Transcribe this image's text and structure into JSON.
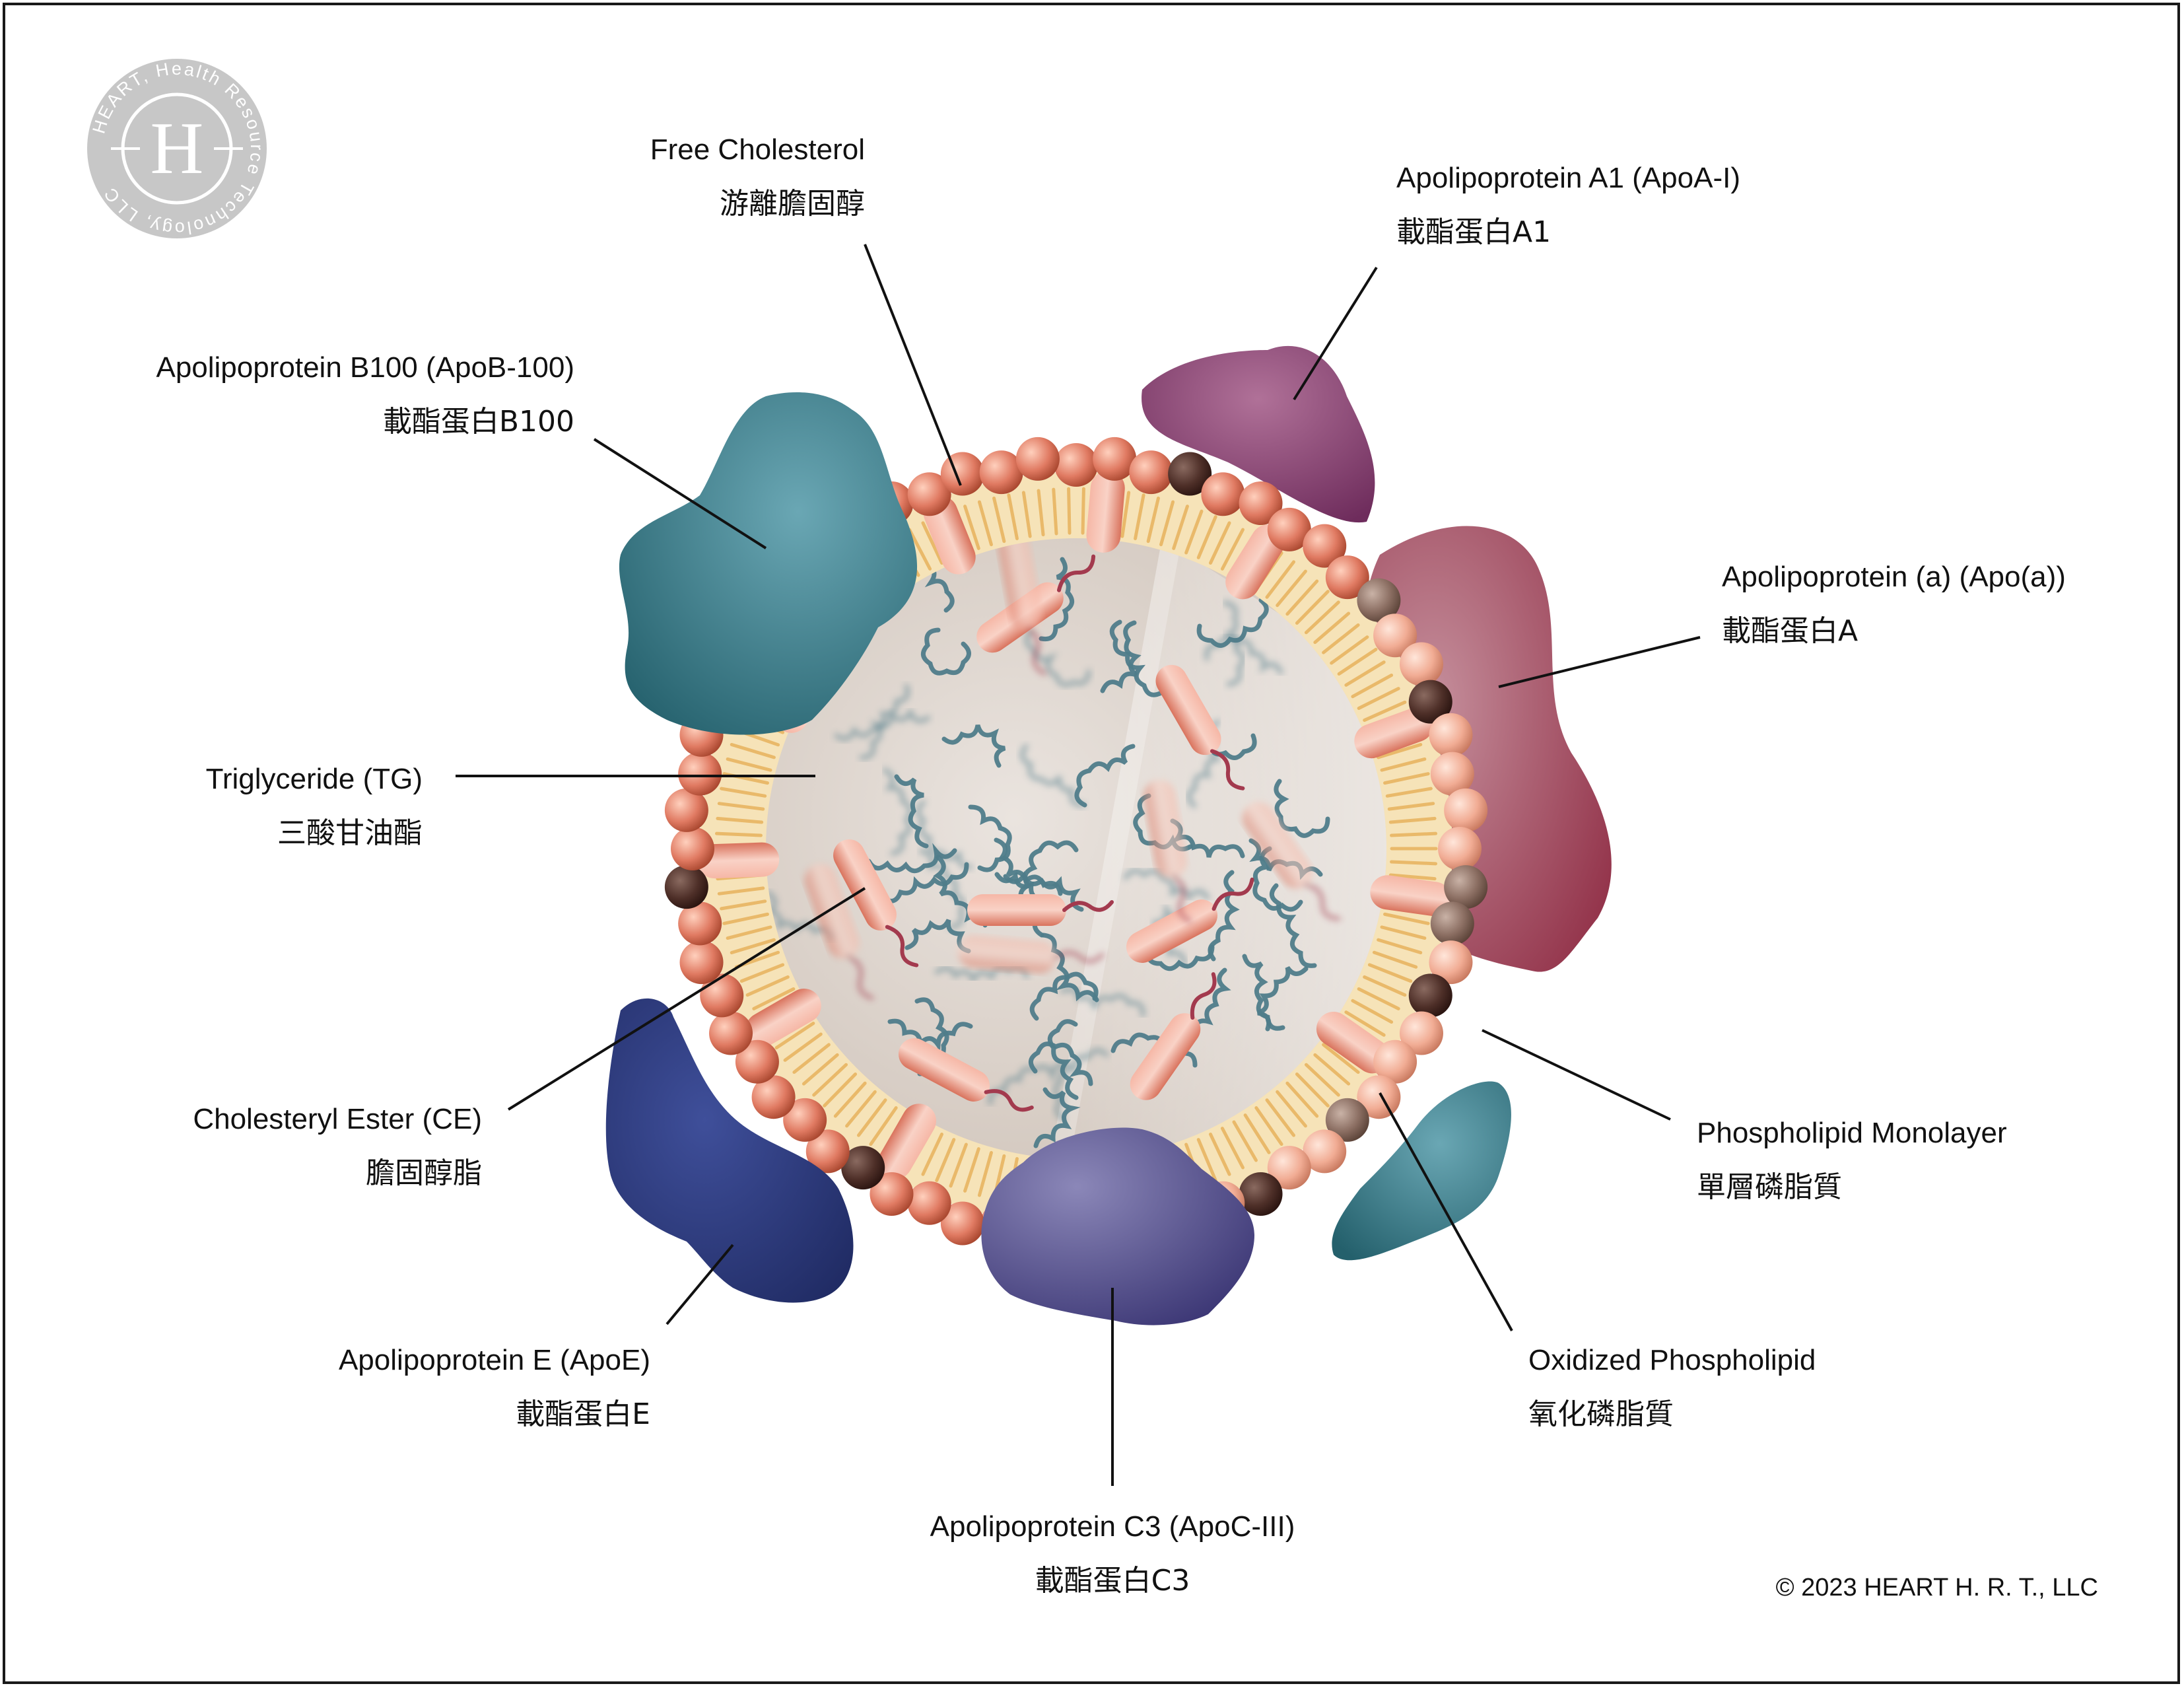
{
  "labels": {
    "free_cholesterol": {
      "en": "Free Cholesterol",
      "zh": "游離膽固醇"
    },
    "apoa1": {
      "en": "Apolipoprotein A1 (ApoA-I)",
      "zh": "載酯蛋白A1"
    },
    "apob100": {
      "en": "Apolipoprotein B100 (ApoB-100)",
      "zh": "載酯蛋白B100"
    },
    "apo_a": {
      "en": "Apolipoprotein (a) (Apo(a))",
      "zh": "載酯蛋白A"
    },
    "triglyceride": {
      "en": "Triglyceride (TG)",
      "zh": "三酸甘油酯"
    },
    "cholesteryl_ester": {
      "en": "Cholesteryl Ester (CE)",
      "zh": "膽固醇脂"
    },
    "phospholipid_monolayer": {
      "en": "Phospholipid Monolayer",
      "zh": "單層磷脂質"
    },
    "apoe": {
      "en": "Apolipoprotein E (ApoE)",
      "zh": "載酯蛋白E"
    },
    "oxidized_phospholipid": {
      "en": "Oxidized Phospholipid",
      "zh": "氧化磷脂質"
    },
    "apoc3": {
      "en": "Apolipoprotein C3 (ApoC-III)",
      "zh": "載酯蛋白C3"
    }
  },
  "watermark": {
    "ring_text": "HEART, Health Resource Technology, LLC",
    "letter": "H"
  },
  "copyright": "© 2023 HEART H. R. T., LLC",
  "colors": {
    "apob100": "#2f7d8c",
    "apoa1": "#8a3f74",
    "apo_a": "#9b3a4e",
    "apoe": "#2c3a7e",
    "apoc3": "#4a4585",
    "oxidized_small": "#2f7d8c",
    "phospholipid_head": "#e8826a",
    "oxidized_head": "#5a3a34",
    "tail": "#f4d29a",
    "core": "#e6ddd6",
    "cholesterol": "#ef9f8e",
    "triglyceride": "#4f7c8a"
  }
}
